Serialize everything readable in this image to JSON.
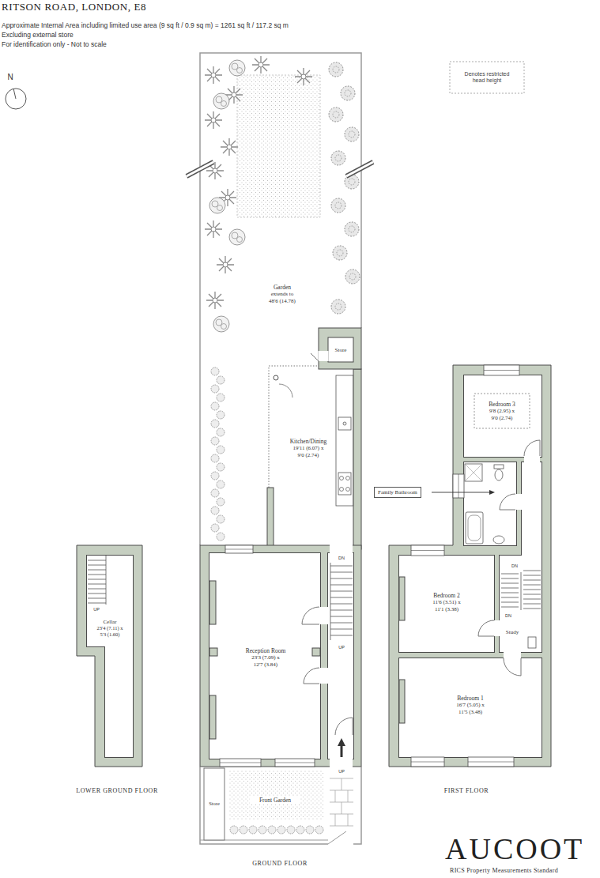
{
  "diagram": {
    "title": "RITSON ROAD, LONDON, E8",
    "nodes": [
      {
        "text": [
          "Garden",
          "extends to 48'6 (14.78)"
        ]
      },
      {
        "text": [
          "Store"
        ]
      },
      {
        "text": [
          "Kitchen/Dining",
          "19'11 (6.07) x 9'0 (2.74)"
        ]
      },
      {
        "text": [
          "Bedroom 3",
          "9'8 (2.95) x 9'0 (2.74)"
        ]
      },
      {
        "text": [
          "Family Bathroom"
        ]
      },
      {
        "text": [
          "Cellar",
          "23'4 (7.11) x 5'3 (1.60)"
        ]
      },
      {
        "text": [
          "Reception Room",
          "23'3 (7.09) x 12'7 (3.84)"
        ]
      },
      {
        "text": [
          "Bedroom 2",
          "11'6 (3.51) x 11'1 (3.38)"
        ]
      },
      {
        "text": [
          "Study"
        ]
      },
      {
        "text": [
          "Bedroom 1",
          "16'7 (5.05) x 11'5 (3.48)"
        ]
      },
      {
        "text": [
          "Store"
        ]
      },
      {
        "text": [
          "Front Garden"
        ]
      }
    ],
    "labels": [
      "Approximate Internal Area including limited use area (9 sq ft / 0.9 sq m) = 1261 sq ft / 117.2 sq m",
      "Excluding external store",
      "For identification only - Not to scale",
      "N",
      "DN",
      "UP",
      "UP",
      "UP",
      "DN",
      "DN",
      "LOWER GROUND FLOOR",
      "GROUND FLOOR",
      "FIRST FLOOR",
      "AUCOOT",
      "RICS Property Measurements Standard"
    ],
    "legend": [
      {
        "text": "Denotes restricted head height"
      }
    ]
  }
}
